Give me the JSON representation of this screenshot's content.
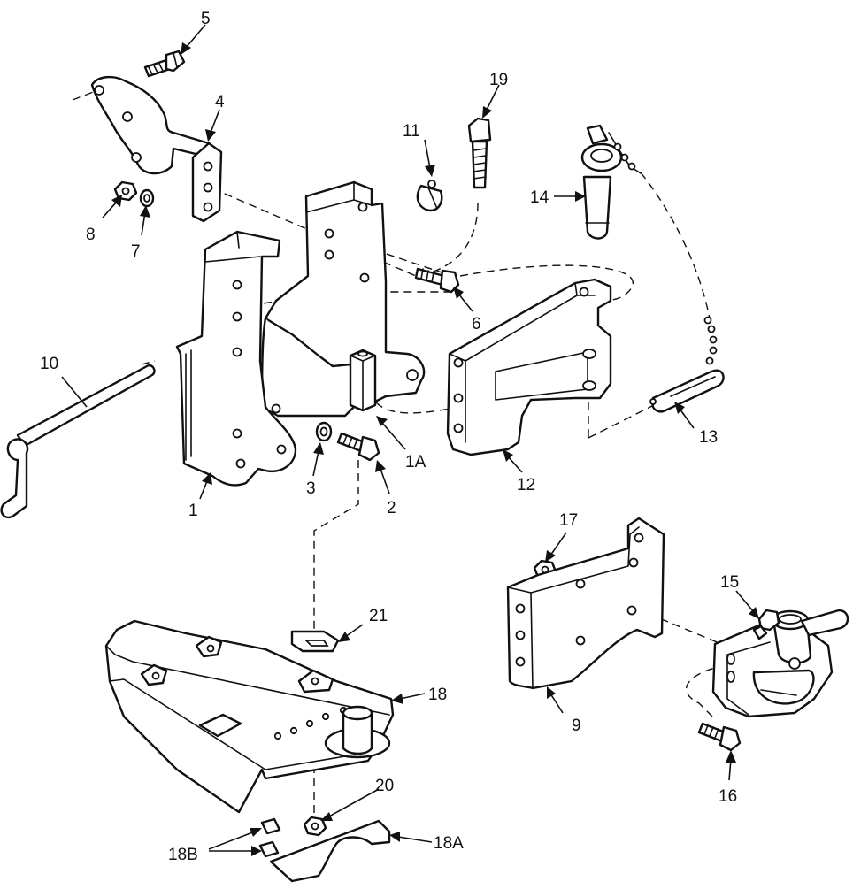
{
  "callouts": [
    {
      "id": "c5",
      "text": "5"
    },
    {
      "id": "c4",
      "text": "4"
    },
    {
      "id": "c8",
      "text": "8"
    },
    {
      "id": "c7",
      "text": "7"
    },
    {
      "id": "c11",
      "text": "11"
    },
    {
      "id": "c19",
      "text": "19"
    },
    {
      "id": "c14",
      "text": "14"
    },
    {
      "id": "c6",
      "text": "6"
    },
    {
      "id": "c10",
      "text": "10"
    },
    {
      "id": "c1",
      "text": "1"
    },
    {
      "id": "c3",
      "text": "3"
    },
    {
      "id": "c2",
      "text": "2"
    },
    {
      "id": "c1A",
      "text": "1A"
    },
    {
      "id": "c12",
      "text": "12"
    },
    {
      "id": "c13",
      "text": "13"
    },
    {
      "id": "c17",
      "text": "17"
    },
    {
      "id": "c15",
      "text": "15"
    },
    {
      "id": "c9",
      "text": "9"
    },
    {
      "id": "c16",
      "text": "16"
    },
    {
      "id": "c21",
      "text": "21"
    },
    {
      "id": "c18",
      "text": "18"
    },
    {
      "id": "c20",
      "text": "20"
    },
    {
      "id": "c18B",
      "text": "18B"
    },
    {
      "id": "c18A",
      "text": "18A"
    }
  ]
}
